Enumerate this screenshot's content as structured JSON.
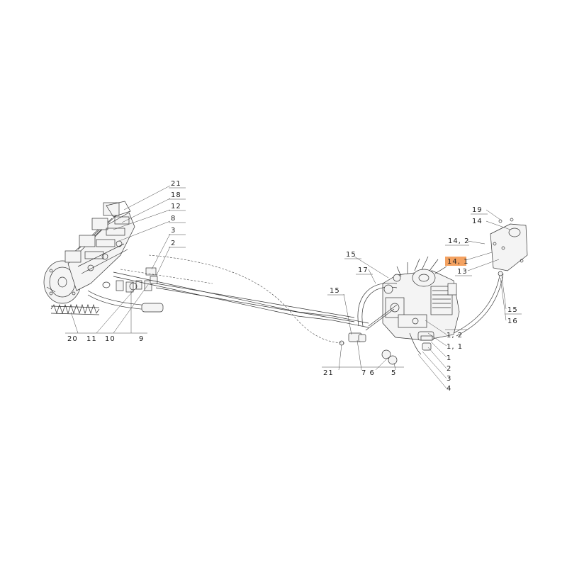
{
  "colors": {
    "highlight": "#f4a261",
    "ink": "#222222"
  },
  "labels": {
    "l21a": "21",
    "l18": "18",
    "l12": "12",
    "l8": "8",
    "l3a": "3",
    "l2a": "2",
    "l20": "20",
    "l11": "11",
    "l10": "10",
    "l9": "9",
    "l15a": "15",
    "l17": "17",
    "l15b": "15",
    "l21b": "21",
    "l76": "7 6",
    "l5": "5",
    "l12b": "1, 2",
    "l11b": "1, 1",
    "l1": "1",
    "l2b": "2",
    "l3b": "3",
    "l4": "4",
    "l19": "19",
    "l14": "14",
    "l142": "14, 2",
    "l141": "14, 1",
    "l13": "13",
    "l15c": "15",
    "l16": "16"
  }
}
